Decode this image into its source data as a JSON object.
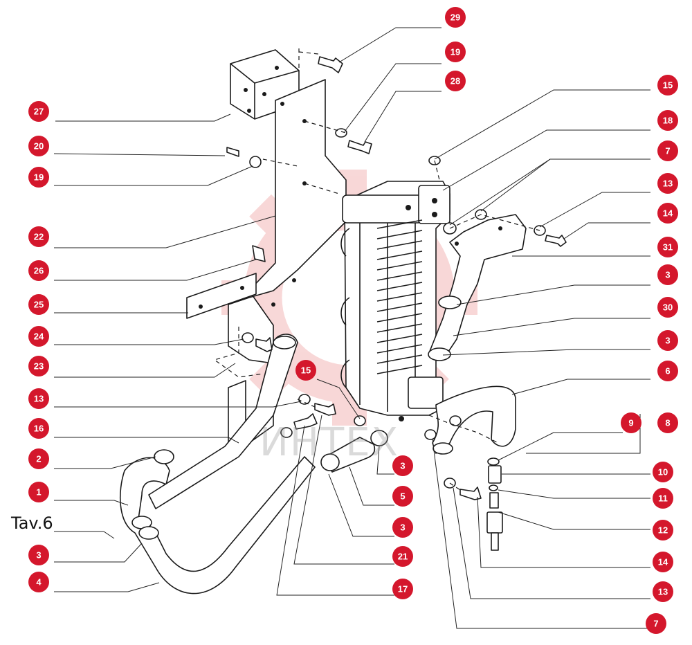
{
  "figure_label": "Tav.6",
  "watermark_text": "ИНТЕХ",
  "colors": {
    "marker": "#d4172c",
    "watermark_gear": "#f3b8b8",
    "line": "#1a1a1a"
  },
  "markers": [
    "29",
    "19",
    "28",
    "15",
    "18",
    "7",
    "13",
    "14",
    "31",
    "3",
    "30",
    "3",
    "6",
    "27",
    "20",
    "19",
    "22",
    "26",
    "25",
    "24",
    "23",
    "13",
    "16",
    "2",
    "1",
    "3",
    "4",
    "15",
    "3",
    "5",
    "3",
    "21",
    "17",
    "9",
    "8",
    "10",
    "11",
    "12",
    "14",
    "13",
    "7"
  ]
}
